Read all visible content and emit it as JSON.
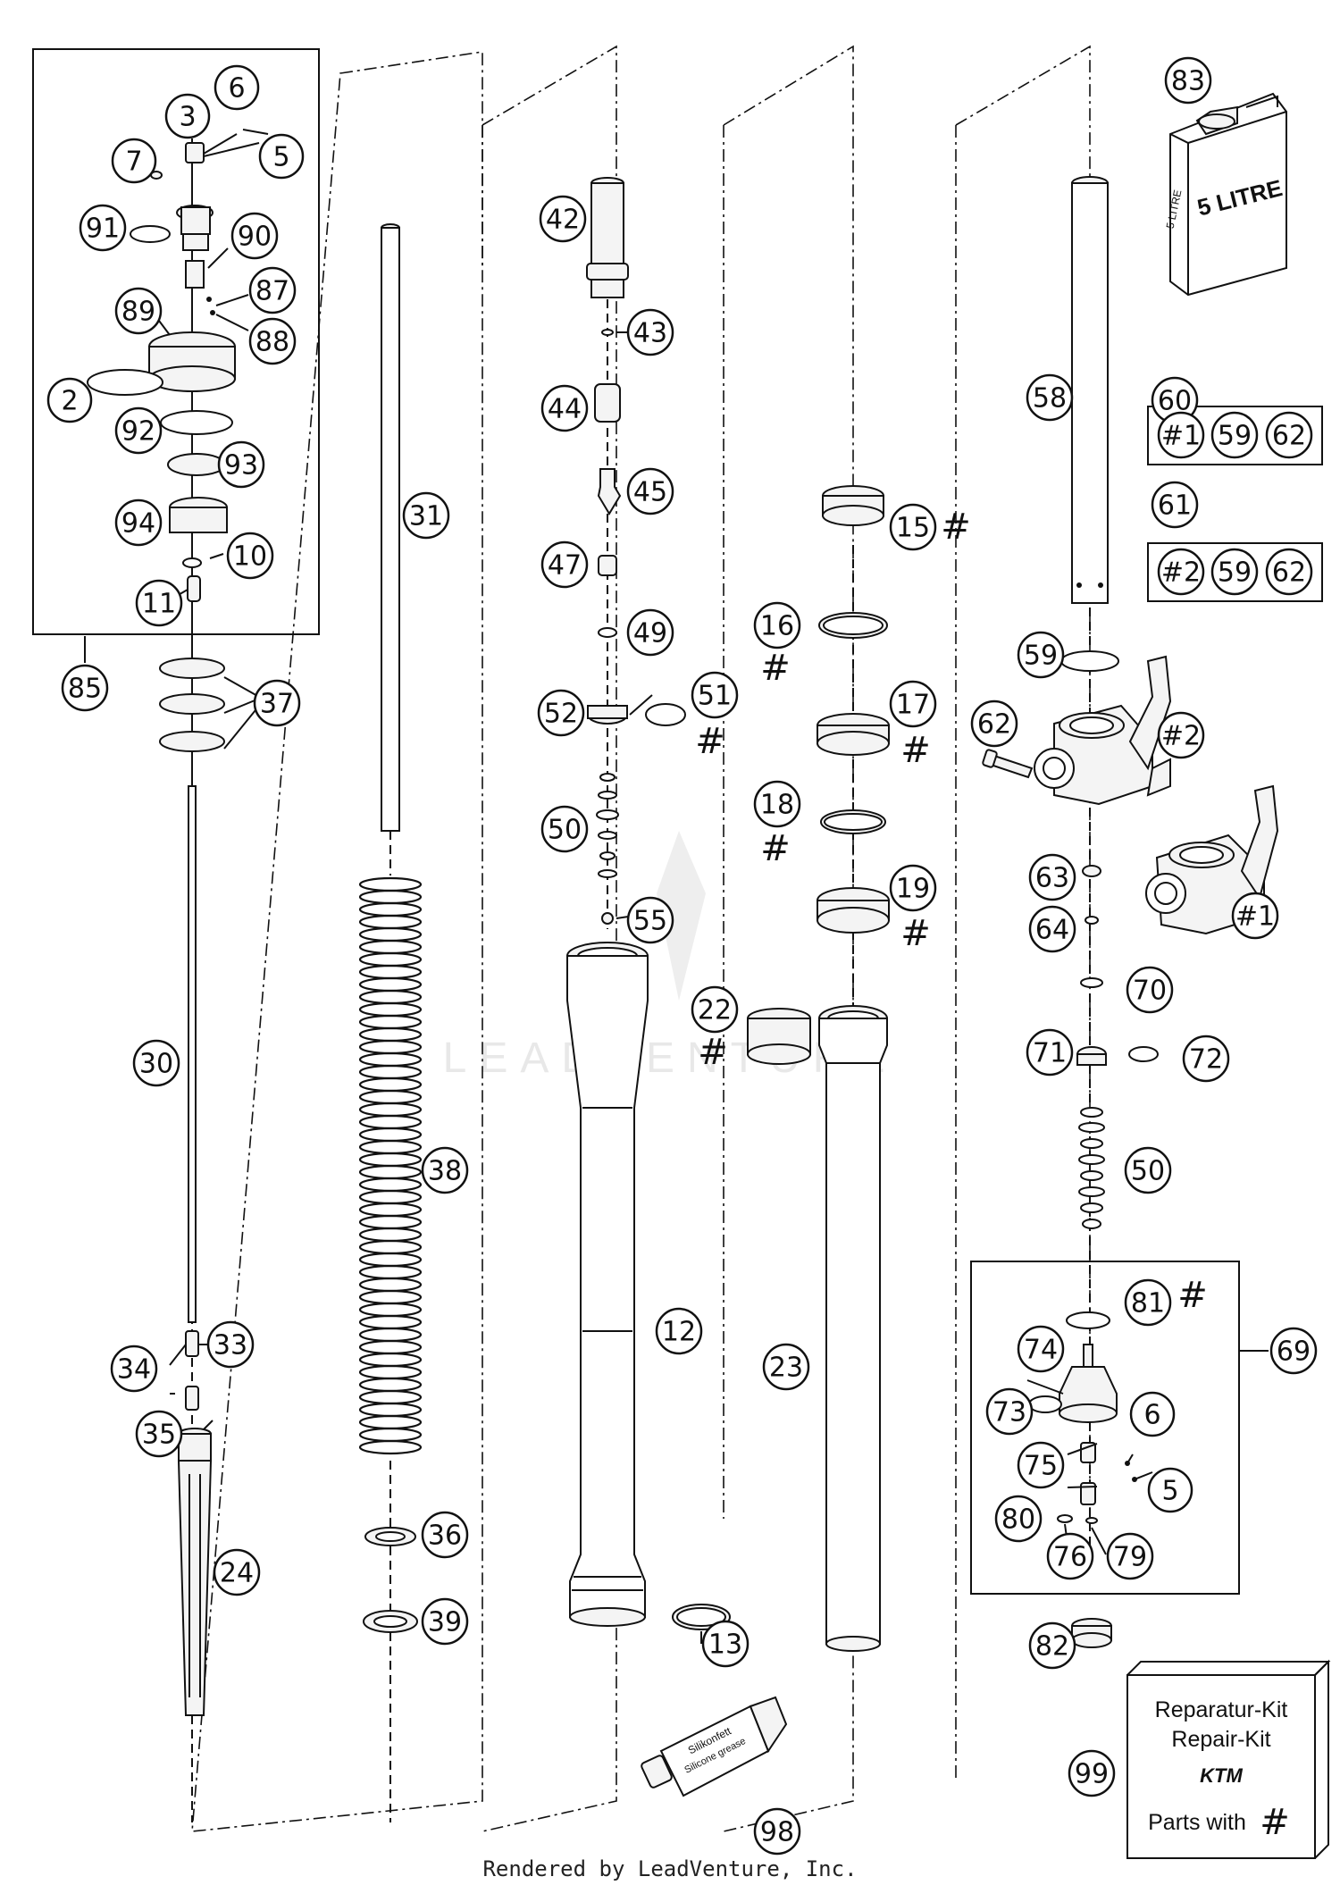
{
  "callouts": {
    "c2": "2",
    "c3": "3",
    "c5a": "5",
    "c5b": "5",
    "c6a": "6",
    "c6b": "6",
    "c7": "7",
    "c10": "10",
    "c11": "11",
    "c12": "12",
    "c13": "13",
    "c15": "15",
    "c16": "16",
    "c17": "17",
    "c18": "18",
    "c19": "19",
    "c22": "22",
    "c23": "23",
    "c24": "24",
    "c30": "30",
    "c31": "31",
    "c33": "33",
    "c34": "34",
    "c35": "35",
    "c36": "36",
    "c37": "37",
    "c38": "38",
    "c39": "39",
    "c42": "42",
    "c43": "43",
    "c44": "44",
    "c45": "45",
    "c47": "47",
    "c49": "49",
    "c50a": "50",
    "c50b": "50",
    "c51": "51",
    "c52": "52",
    "c55": "55",
    "c58": "58",
    "c59a": "59",
    "c59b": "59",
    "c59c": "59",
    "c60": "60",
    "c61": "61",
    "c62a": "62",
    "c62b": "62",
    "c62c": "62",
    "c63": "63",
    "c64": "64",
    "c69": "69",
    "c70": "70",
    "c71": "71",
    "c72": "72",
    "c73": "73",
    "c74": "74",
    "c75": "75",
    "c76": "76",
    "c79": "79",
    "c80": "80",
    "c81": "81",
    "c82": "82",
    "c83": "83",
    "c85": "85",
    "c87": "87",
    "c88": "88",
    "c89": "89",
    "c90": "90",
    "c91": "91",
    "c92": "92",
    "c93": "93",
    "c94": "94",
    "c98": "98",
    "c99": "99",
    "k1": "#1",
    "k2": "#2",
    "s1": "#1",
    "s2": "#2"
  },
  "hash_mark": "#",
  "canister": {
    "label": "5 LITRE"
  },
  "tube": {
    "label1": "Silikonfett",
    "label2": "Silicone grease"
  },
  "repair_kit": {
    "line1": "Reparatur-Kit",
    "line2": "Repair-Kit",
    "brand": "KTM",
    "line3": "Parts with"
  },
  "watermark": "LEADVENTURE",
  "credit": "Rendered by LeadVenture, Inc."
}
